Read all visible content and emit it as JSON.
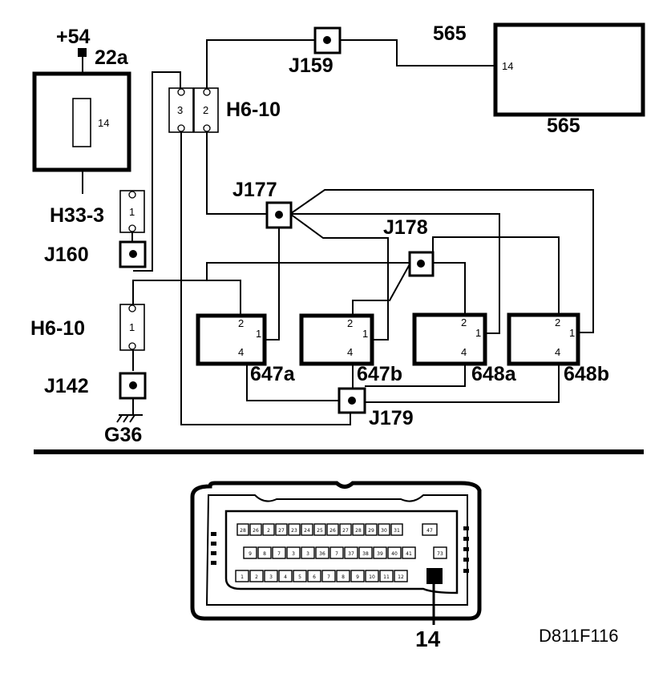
{
  "schematic": {
    "supply": {
      "label": "+54",
      "terminal": "22a"
    },
    "fuse_box": {
      "pin": "14"
    },
    "connector_h6_10_top": {
      "name": "H6-10",
      "pins": [
        "3",
        "2"
      ]
    },
    "connector_h33": {
      "name": "H33-3",
      "pin": "1"
    },
    "connector_h6_10_left": {
      "name": "H6-10",
      "pin": "1"
    },
    "junctions": {
      "j159": "J159",
      "j160": "J160",
      "j177": "J177",
      "j178": "J178",
      "j179": "J179",
      "j142": "J142"
    },
    "ground": "G36",
    "ecu": {
      "label_top": "565",
      "label_bottom": "565",
      "pin": "14"
    },
    "injectors": [
      {
        "name": "647a",
        "pins": [
          "2",
          "1",
          "4"
        ]
      },
      {
        "name": "647b",
        "pins": [
          "2",
          "1",
          "4"
        ]
      },
      {
        "name": "648a",
        "pins": [
          "2",
          "1",
          "4"
        ]
      },
      {
        "name": "648b",
        "pins": [
          "2",
          "1",
          "4"
        ]
      }
    ]
  },
  "ecu_connector": {
    "row1": [
      "28",
      "26",
      "2",
      "27",
      "23",
      "24",
      "25",
      "26",
      "27",
      "28",
      "29",
      "30",
      "31"
    ],
    "row1_extra": "47",
    "row2": [
      "9",
      "8",
      "7",
      "3",
      "3",
      "36",
      "7",
      "37",
      "38",
      "39",
      "40",
      "41"
    ],
    "row2_extra": "73",
    "row3": [
      "1",
      "2",
      "3",
      "4",
      "5",
      "6",
      "7",
      "8",
      "9",
      "10",
      "11",
      "12"
    ],
    "highlight_pin": "14"
  },
  "figure_code": "D811F116"
}
